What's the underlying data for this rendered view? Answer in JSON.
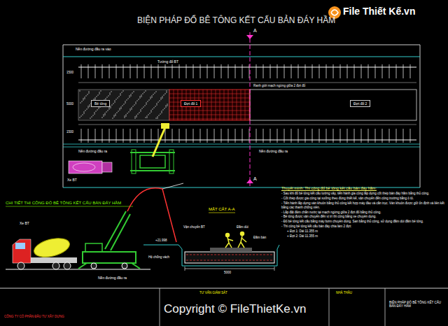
{
  "diagram": {
    "title": "BIỆN PHÁP ĐỔ BÊ TÔNG KẾT CẤU BẢN ĐÁY HẦM",
    "nodes": [
      {
        "text": [
          "Bê tông"
        ]
      },
      {
        "text": [
          "Đợt đổ 1"
        ]
      },
      {
        "text": [
          "Đợt đổ 2"
        ]
      }
    ],
    "labels": [
      "File Thiết Kế.vn",
      "A",
      "Nền đường đầu ra vào",
      "Tường đổ BT",
      "1500",
      "Ranh giới mạch ngừng giữa 2 đợt đổ",
      "5000",
      "1500",
      "Nền đường đầu ra",
      "Nền đường đầu ra",
      "Xe BT",
      "A",
      "CHI TIẾT THI CÔNG ĐỔ BÊ TÔNG KẾT CẤU BẢN ĐÁY HẦM",
      "MẶT CẮT A-A",
      "Xe BT",
      "Vận chuyển BT",
      "Đầm dùi",
      "+21.998",
      "Đầm bàn",
      "Hệ chống vách",
      "5000",
      "Nền đường đầu ra",
      "Thuyết minh: Thi công đổ bê tông kết cấu bản đáy hầm:",
      "- Sau khi đổ bê tông kết cấu tường vây, tiến hành gia công lắp dựng cốt thép bản đáy hầm bằng thủ công.",
      "- Cốt thép được gia công tại xưởng theo đúng thiết kế, vận chuyển đến công trường bằng ô tô.",
      "- Tiến hành lắp dựng ván khuôn bằng thủ công kết hợp máy đào và cần trục. Ván khuôn được giữ ổn định và liên kết bằng các thanh chống xiên.",
      "- Lắp đặt đệm chắn nước tại mạch ngừng giữa 2 đợt đổ bằng thủ công.",
      "- Bê tông được vận chuyển đến vị trí thi công bằng xe chuyên dụng.",
      "- Đổ bê tông kết cấu bằng máy bơm chuyên dùng. San bằng thủ công, sử dụng đầm dùi đầm bê tông.",
      "- Thi công bê tông kết cấu bản đáy chia làm 2 đợt:",
      "+ Đợt 1: Dài 11.355 m",
      "+ Đợt 2: Dài 11.355 m",
      "TƯ VẤN GIÁM SÁT",
      "NHÀ THẦU",
      "CÔNG TY CỔ PHẦN ĐẦU TƯ XÂY DỰNG",
      "Copyright © FileThietKe.vn",
      "BIỆN PHÁP ĐỔ BÊ TÔNG KẾT CẤU BẢN ĐÁY HẦM"
    ]
  }
}
